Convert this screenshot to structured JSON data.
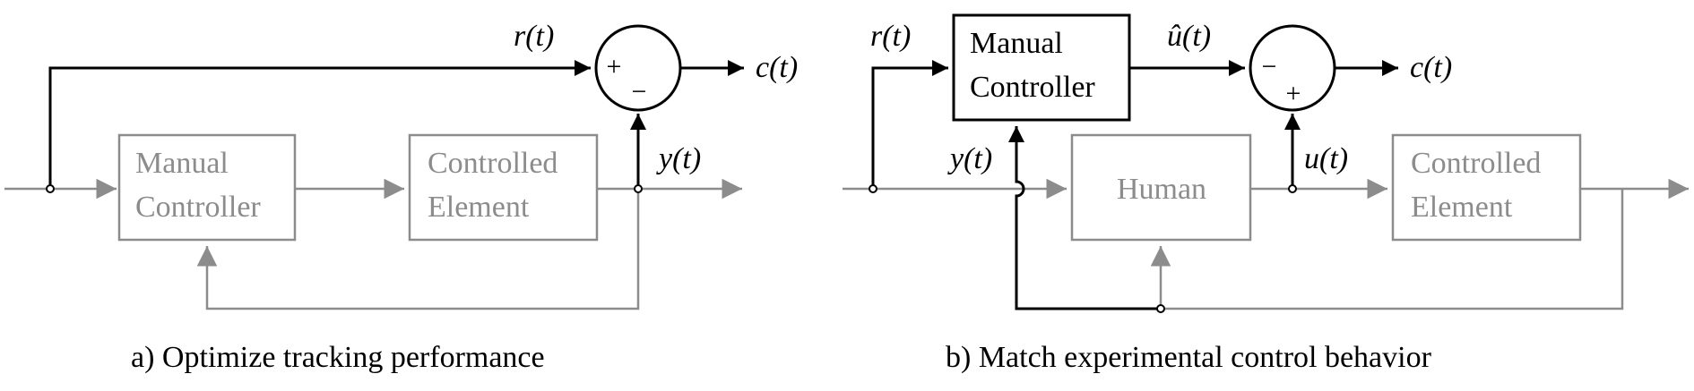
{
  "colors": {
    "active": "#000000",
    "inactive": "#8c8c8c",
    "background": "#ffffff"
  },
  "panel_a": {
    "signals": {
      "r": "r(t)",
      "y": "y(t)",
      "c": "c(t)"
    },
    "summer": {
      "plus": "+",
      "minus": "−"
    },
    "blocks": {
      "manual_controller": [
        "Manual",
        "Controller"
      ],
      "controlled_element": [
        "Controlled",
        "Element"
      ]
    },
    "caption": "a) Optimize tracking performance"
  },
  "panel_b": {
    "signals": {
      "r": "r(t)",
      "y": "y(t)",
      "u_hat": "û(t)",
      "u": "u(t)",
      "c": "c(t)"
    },
    "summer": {
      "minus": "−",
      "plus": "+"
    },
    "blocks": {
      "manual_controller": [
        "Manual",
        "Controller"
      ],
      "human": "Human",
      "controlled_element": [
        "Controlled",
        "Element"
      ]
    },
    "caption": "b) Match experimental control behavior"
  }
}
